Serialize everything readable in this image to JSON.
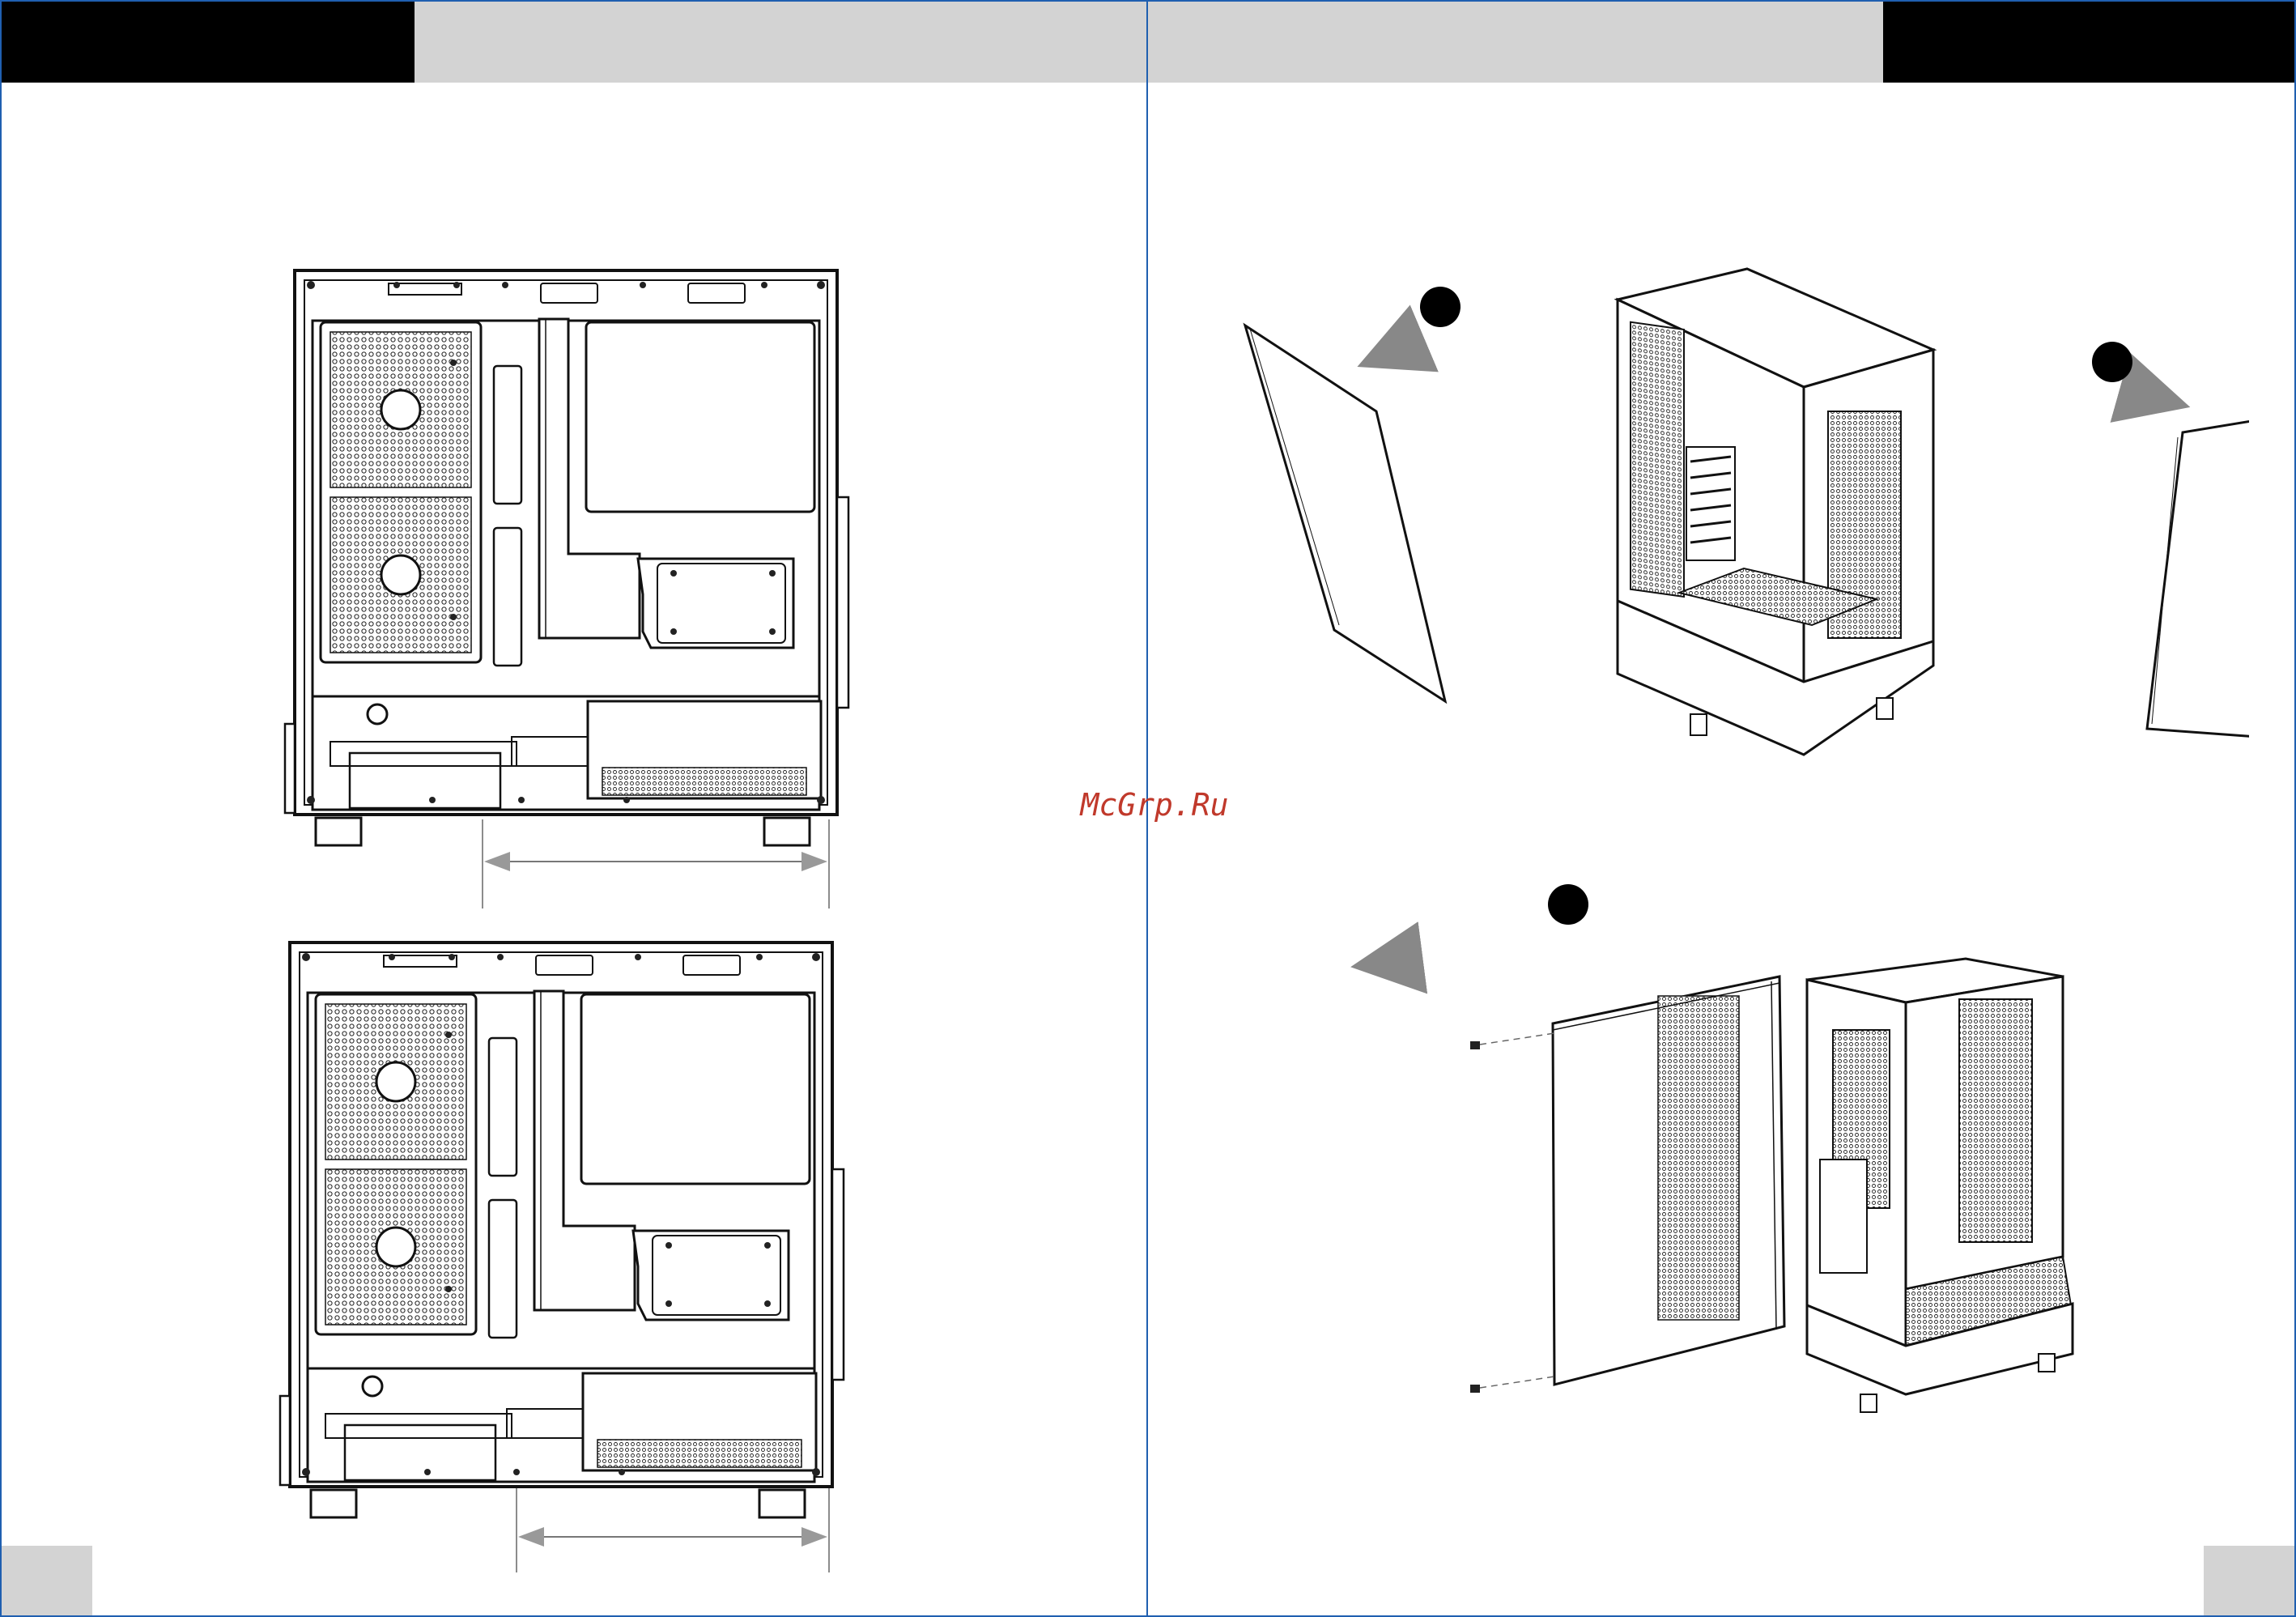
{
  "watermark": {
    "text": "McGrp.Ru"
  },
  "colors": {
    "header_black": "#000000",
    "header_grey": "#d3d3d3",
    "page_border": "#1f5fb0",
    "line_art": "#111111",
    "watermark": "#c0392b"
  },
  "figures": {
    "top_left": {
      "description_icon": "case-side-view-drawing"
    },
    "bottom_left": {
      "description_icon": "case-side-view-drawing"
    },
    "top_right": {
      "description_icon": "glass-panels-removal-drawing"
    },
    "bottom_right": {
      "description_icon": "side-panel-removal-drawing"
    }
  },
  "steps": {
    "badges": 3
  }
}
